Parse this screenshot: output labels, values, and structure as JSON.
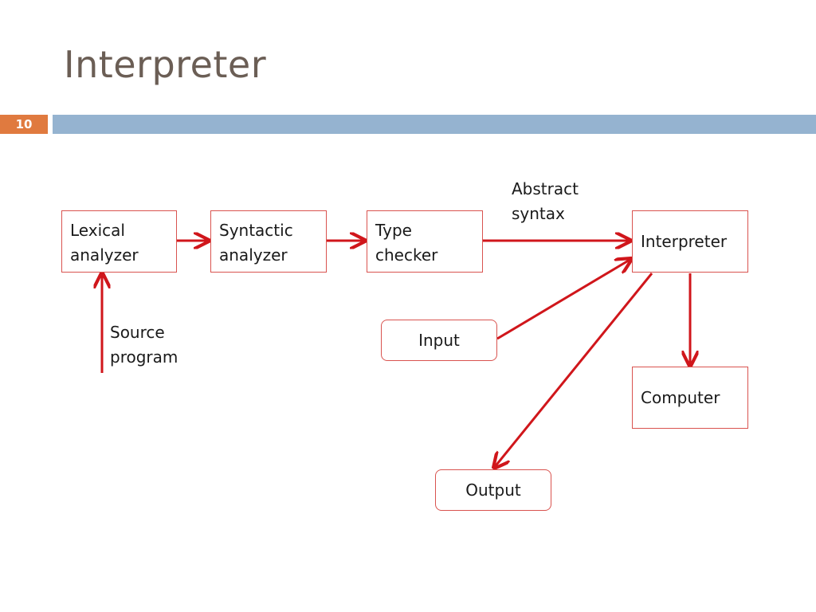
{
  "slide": {
    "title": "Interpreter",
    "number": "10"
  },
  "diagram": {
    "lexical": {
      "line1": "Lexical",
      "line2": "analyzer"
    },
    "syntactic": {
      "line1": "Syntactic",
      "line2": "analyzer"
    },
    "type_checker": {
      "line1": "Type",
      "line2": "checker"
    },
    "interpreter": {
      "label": "Interpreter"
    },
    "computer": {
      "label": "Computer"
    },
    "input": {
      "label": "Input"
    },
    "output": {
      "label": "Output"
    },
    "source": {
      "line1": "Source",
      "line2": "program"
    },
    "abstract_syntax": {
      "line1": "Abstract",
      "line2": "syntax"
    }
  },
  "colors": {
    "arrow": "#d0161b",
    "box_border": "#d9534f",
    "title": "#6b5e55",
    "slide_number_bg": "#e07a3f",
    "title_bar": "#95b3d0"
  }
}
